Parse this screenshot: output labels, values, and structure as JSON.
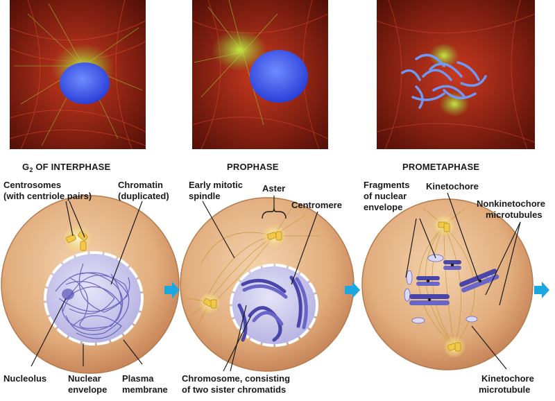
{
  "stages": [
    {
      "title": "G",
      "title_sub": "2",
      "title_rest": " OF INTERPHASE",
      "labels": {
        "centrosomes": [
          "Centrosomes",
          "(with centriole pairs)"
        ],
        "chromatin": [
          "Chromatin",
          "(duplicated)"
        ],
        "nucleolus": [
          "Nucleolus"
        ],
        "nuclear_envelope": [
          "Nuclear",
          "envelope"
        ],
        "plasma_membrane": [
          "Plasma",
          "membrane"
        ]
      }
    },
    {
      "title": "PROPHASE",
      "labels": {
        "early_spindle": [
          "Early mitotic",
          "spindle"
        ],
        "aster": [
          "Aster"
        ],
        "centromere": [
          "Centromere"
        ],
        "chromosome": [
          "Chromosome, consisting",
          "of two sister chromatids"
        ]
      }
    },
    {
      "title": "PROMETAPHASE",
      "labels": {
        "fragments": [
          "Fragments",
          "of nuclear",
          "envelope"
        ],
        "kinetochore": [
          "Kinetochore"
        ],
        "nonkinetochore": [
          "Nonkinetochore",
          "microtubules"
        ],
        "kinetochore_mt": [
          "Kinetochore",
          "microtubule"
        ]
      }
    }
  ],
  "colors": {
    "cell": "#e8b98a",
    "nucleus": "#c9c6ec",
    "chromatin": "#5a55b8",
    "arrow": "#1ba7e0",
    "micrograph_red": "#b32b1a",
    "micrograph_green": "#7ccc2a",
    "micrograph_blue": "#4a6cf0"
  },
  "icons": [
    "right-arrow-icon",
    "right-arrow-icon",
    "right-arrow-icon"
  ]
}
